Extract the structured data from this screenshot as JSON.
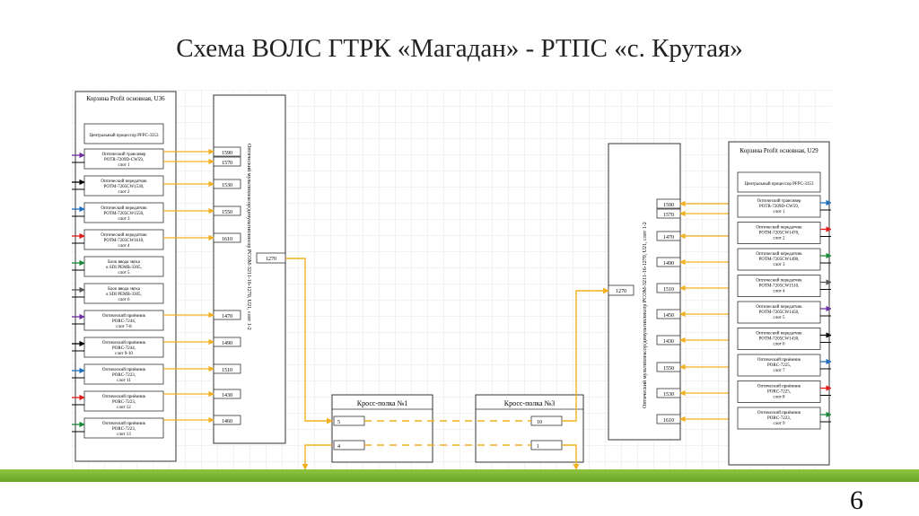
{
  "slide": {
    "title": "Схема ВОЛС ГТРК «Магадан» - РТПС «с. Крутая»",
    "page_number": "6"
  },
  "left_cabinet": {
    "title": "Корзина Profit основная, U36",
    "cpu": "Центральный процессор PFPC-3353",
    "cards": [
      "Оптический трансивер POTR-7209D-CW59, слот 1",
      "Оптический передатчик POTM-7205CW1530, слот 2",
      "Оптический передатчик POTM-7205CW1550, слот 3",
      "Оптический передатчик POTM-7205CW1610, слот 4",
      "Блок ввода звука к SDI PEMB-3305, слот 5",
      "Блок ввода звука к SDI PEMB-3305, слот 6",
      "Оптический приёмник PORC-7244, слот 7-8",
      "Оптический приёмник PORC-7244, слот 9-10",
      "Оптический приёмник PORC-7223, слот 11",
      "Оптический приёмник PORC-7223, слот 12",
      "Оптический приёмник PORC-7223, слот 13"
    ]
  },
  "left_mux": {
    "label": "Оптический мультиплексор/демультиплексор PCOM-3211-16-1270, U21, слот 1-2",
    "ports": [
      "1590",
      "1570",
      "1530",
      "1550",
      "1610",
      "1470",
      "1490",
      "1510",
      "1430",
      "1460"
    ],
    "common_port": "1270"
  },
  "right_mux": {
    "label": "Оптический мультиплексор/демультиплексор PCOM-3211-16-1270, U21, слот 1-2",
    "ports": [
      "1590",
      "1570",
      "1470",
      "1490",
      "1510",
      "1450",
      "1430",
      "1550",
      "1530",
      "1610"
    ],
    "common_port": "1270"
  },
  "right_cabinet": {
    "title": "Корзина Profit основная, U29",
    "cpu": "Центральный процессор PFPC-3353",
    "cards": [
      "Оптический трансивер POTR-7209D-CW59, слот 1",
      "Оптический передатчик POTM-7205CW1470, слот 2",
      "Оптический передатчик POTM-7205CW1490, слот 3",
      "Оптический передатчик POTM-7205CW1510, слот 4",
      "Оптический передатчик POTM-7205CW1450, слот 5",
      "Оптический передатчик POTM-7205CW1430, слот 6",
      "Оптический приёмник PORC-7225, слот 7",
      "Оптический приёмник PORC-7225, слот 8",
      "Оптический приёмник PORC-7223, слот 9"
    ]
  },
  "cross1": {
    "title": "Кросс-полка №1",
    "ports": [
      "5",
      "4"
    ]
  },
  "cross3": {
    "title": "Кросс-полка №3",
    "ports": [
      "10",
      "1"
    ]
  },
  "colors": {
    "fiber": "#f2b01e",
    "grid": "#e6e6e6",
    "green_bar": "#7ab23a",
    "signal_colors": [
      "#7030a0",
      "#000000",
      "#1f6fbf",
      "#e11a1a",
      "#1a8a3a",
      "#555555"
    ]
  }
}
